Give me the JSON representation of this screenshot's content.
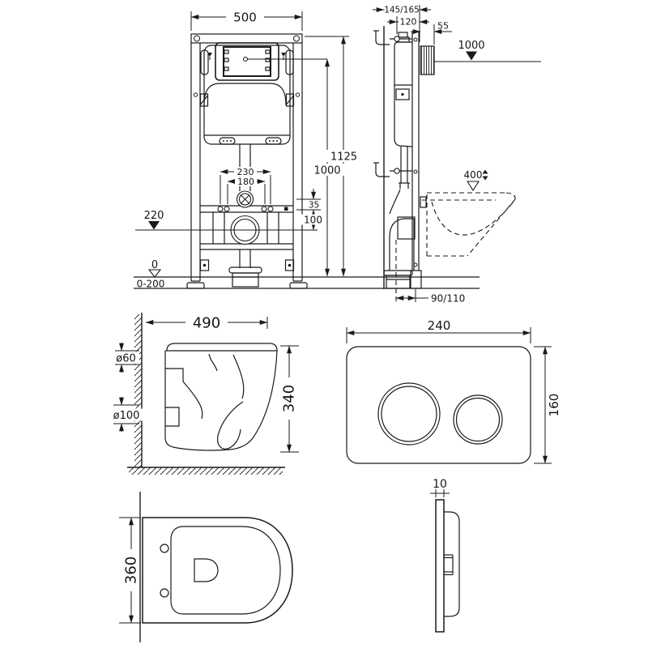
{
  "drawing": {
    "type": "installation-technical-drawing",
    "line_color": "#1a1a1a",
    "background": "#ffffff",
    "views": [
      "frame-front",
      "frame-side",
      "bowl-side",
      "flush-plate-front",
      "bowl-top",
      "flush-plate-side"
    ]
  },
  "dims": {
    "frame_width": "500",
    "frame_height": "1125",
    "flush_center_height": "1000",
    "bolt_spacing_outer": "230",
    "bolt_spacing_inner": "180",
    "rail_gap": "35",
    "outlet_drop": "100",
    "outlet_level": "220",
    "floor_zero": "0",
    "floor_range": "0-200",
    "frame_depth": "145/165",
    "cistern_depth": "120",
    "housing_depth": "55",
    "side_flush_height": "1000",
    "bowl_rim_height": "400",
    "outlet_wall_distance": "90/110",
    "bowl_depth": "490",
    "inlet_diameter": "ø60",
    "outlet_diameter": "ø100",
    "bowl_height": "340",
    "plate_width": "240",
    "plate_height": "160",
    "bowl_width": "360",
    "plate_thickness": "10"
  }
}
